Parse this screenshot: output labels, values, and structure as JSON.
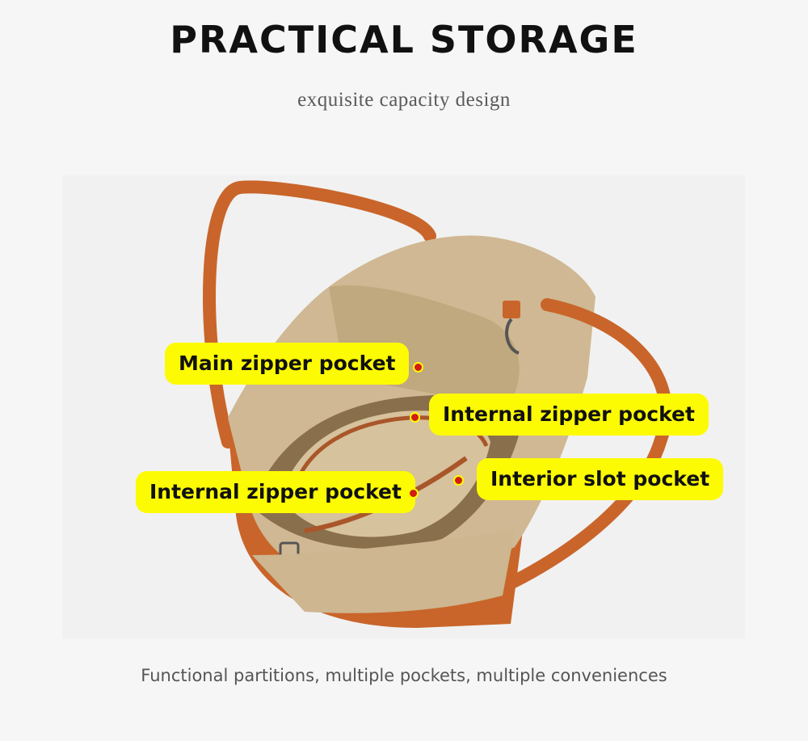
{
  "header": {
    "title": "PRACTICAL STORAGE",
    "subtitle": "exquisite capacity design"
  },
  "callouts": [
    {
      "label": "Main zipper pocket"
    },
    {
      "label": "Internal zipper pocket"
    },
    {
      "label": "Interior slot pocket"
    },
    {
      "label": "Internal zipper pocket"
    }
  ],
  "caption": "Functional partitions, multiple pockets, multiple conveniences",
  "colors": {
    "callout_background": "#fdfb03",
    "marker": "#d11d10",
    "leather": "#c9652a",
    "lining": "#c9b28d"
  }
}
